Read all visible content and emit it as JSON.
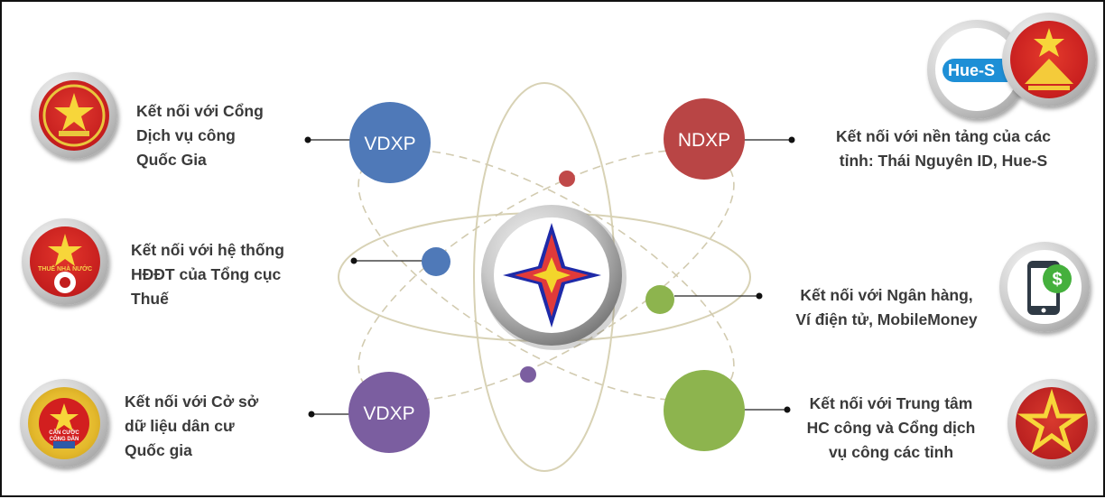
{
  "center": {
    "hubs": [
      {
        "id": "top-left",
        "label": "VDXP",
        "color": "#4f79b8"
      },
      {
        "id": "top-right",
        "label": "NDXP",
        "color": "#b94545"
      },
      {
        "id": "bottom-left",
        "label": "VDXP",
        "color": "#7b5ea0"
      },
      {
        "id": "bottom-right",
        "label": "",
        "color": "#8db44e"
      }
    ],
    "dots": {
      "red": "#c04949",
      "blue": "#4f79b8",
      "green": "#8db44e",
      "purple": "#7b5ea0"
    }
  },
  "connections": [
    {
      "id": "cong-dvc",
      "lines": [
        "Kết nối với Cổng",
        "Dịch vụ công",
        "Quốc Gia"
      ]
    },
    {
      "id": "hddt",
      "lines": [
        "Kết nối với hệ thống",
        "HĐĐT của Tổng cục",
        "Thuế"
      ]
    },
    {
      "id": "csdl-dancu",
      "lines": [
        "Kết nối với Cở sở",
        "dữ liệu dân cư",
        "Quốc gia"
      ]
    },
    {
      "id": "nen-tang-tinh",
      "lines": [
        "Kết nối với nền tảng của các",
        "tỉnh: Thái Nguyên ID, Hue-S"
      ]
    },
    {
      "id": "ngan-hang",
      "lines": [
        "Kết nối với Ngân hàng,",
        "Ví điện tử, MobileMoney"
      ]
    },
    {
      "id": "trung-tam-hc",
      "lines": [
        "Kết nối với Trung tâm",
        "HC công và Cổng dịch",
        "vụ công các tỉnh"
      ]
    }
  ],
  "logos": {
    "hue_s": "Hue-S",
    "thue": "THUẾ NHÀ NƯỚC",
    "cccd": [
      "CĂN CƯỚC",
      "CÔNG DÂN"
    ]
  }
}
